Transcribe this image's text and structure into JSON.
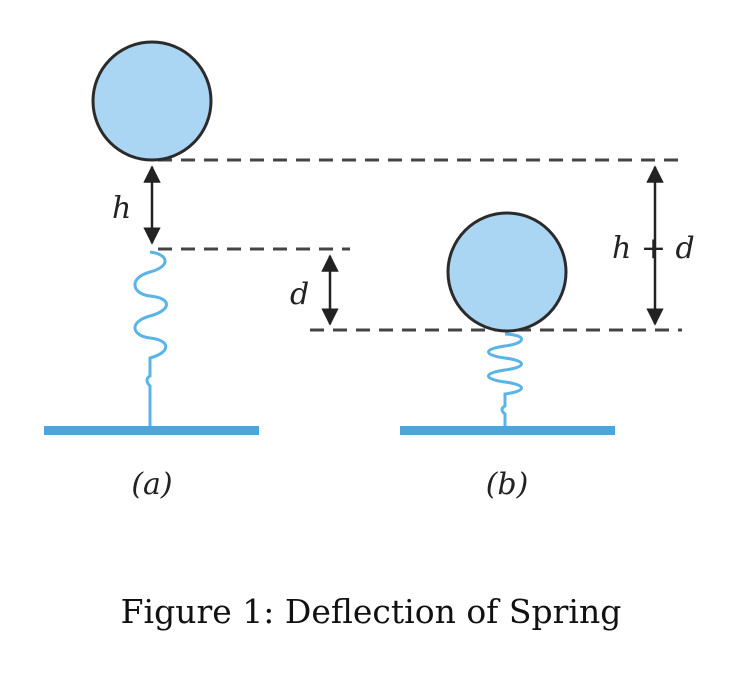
{
  "labels": {
    "h": "h",
    "d": "d",
    "h_plus_d": "h + d",
    "panel_a": "(a)",
    "panel_b": "(b)"
  },
  "caption": "Figure 1: Deflection of Spring",
  "colors": {
    "ball_fill": "#aad6f4",
    "ball_stroke": "#2b2b2b",
    "spring": "#5ab4e6",
    "ground": "#4ba6de",
    "dash": "#444444",
    "arrow": "#222222"
  },
  "icons": {
    "ball": "circle",
    "spring": "coil-spring",
    "ground": "base-plate"
  }
}
